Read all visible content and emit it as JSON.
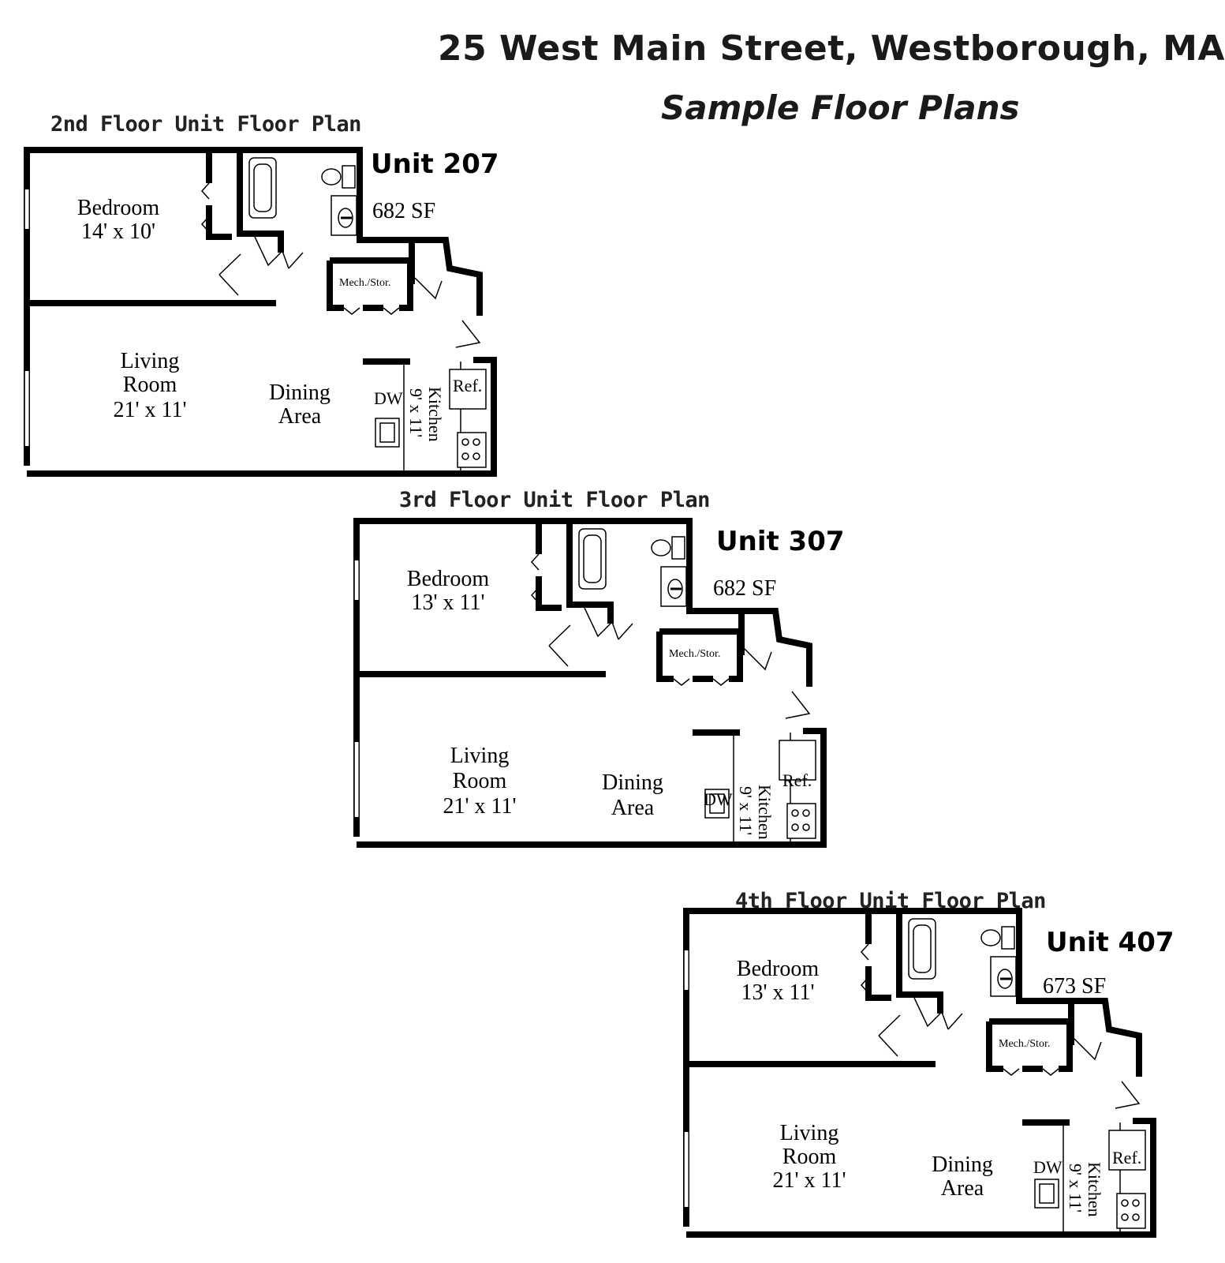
{
  "header": {
    "title": "25 West Main Street, Westborough, MA",
    "subtitle": "Sample Floor Plans"
  },
  "plans": [
    {
      "heading": "2nd Floor Unit Floor Plan",
      "unit": "Unit 207",
      "area": "682 SF",
      "bedroom": {
        "label": "Bedroom",
        "dims": "14' x 10'"
      },
      "living": {
        "label1": "Living",
        "label2": "Room",
        "dims": "21' x 11'"
      },
      "dining": {
        "label1": "Dining",
        "label2": "Area"
      },
      "kitchen": {
        "label": "Kitchen",
        "dims": "9' x 11'"
      },
      "mech": "Mech./Stor.",
      "ref": "Ref.",
      "dw": "DW"
    },
    {
      "heading": "3rd Floor Unit Floor Plan",
      "unit": "Unit 307",
      "area": "682 SF",
      "bedroom": {
        "label": "Bedroom",
        "dims": "13' x 11'"
      },
      "living": {
        "label1": "Living",
        "label2": "Room",
        "dims": "21' x 11'"
      },
      "dining": {
        "label1": "Dining",
        "label2": "Area"
      },
      "kitchen": {
        "label": "Kitchen",
        "dims": "9' x 11'"
      },
      "mech": "Mech./Stor.",
      "ref": "Ref.",
      "dw": "DW"
    },
    {
      "heading": "4th Floor Unit Floor Plan",
      "unit": "Unit 407",
      "area": "673 SF",
      "bedroom": {
        "label": "Bedroom",
        "dims": "13' x 11'"
      },
      "living": {
        "label1": "Living",
        "label2": "Room",
        "dims": "21' x 11'"
      },
      "dining": {
        "label1": "Dining",
        "label2": "Area"
      },
      "kitchen": {
        "label": "Kitchen",
        "dims": "9' x 11'"
      },
      "mech": "Mech./Stor.",
      "ref": "Ref.",
      "dw": "DW"
    }
  ]
}
